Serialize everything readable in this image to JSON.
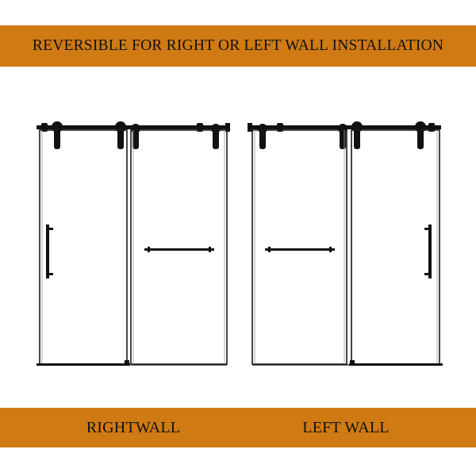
{
  "header": {
    "title": "REVERSIBLE FOR RIGHT OR LEFT WALL INSTALLATION"
  },
  "captions": {
    "left": "RIGHTWALL",
    "right": "LEFT WALL"
  },
  "colors": {
    "banner": "#d07a13",
    "frame": "#1a1a1a",
    "hardware": "#111111",
    "background": "#ffffff"
  }
}
